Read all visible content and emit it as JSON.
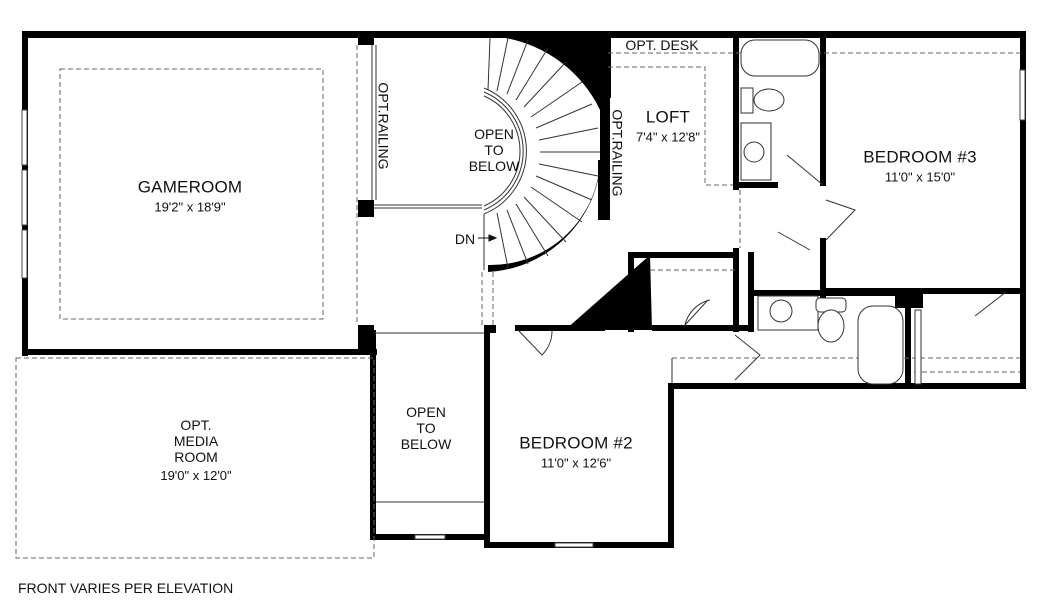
{
  "plan": {
    "footer_note": "FRONT VARIES PER ELEVATION",
    "rooms": {
      "gameroom": {
        "name": "GAMEROOM",
        "dims": "19'2\" x 18'9\""
      },
      "media": {
        "name_line1": "OPT.",
        "name_line2": "MEDIA",
        "name_line3": "ROOM",
        "dims": "19'0\" x 12'0\""
      },
      "loft": {
        "name": "LOFT",
        "dims": "7'4\" x 12'8\""
      },
      "bedroom3": {
        "name": "BEDROOM #3",
        "dims": "11'0\" x 15'0\""
      },
      "bedroom2": {
        "name": "BEDROOM #2",
        "dims": "11'0\" x 12'6\""
      }
    },
    "open_to_below_stair": {
      "l1": "OPEN",
      "l2": "TO",
      "l3": "BELOW"
    },
    "open_to_below_foyer": {
      "l1": "OPEN",
      "l2": "TO",
      "l3": "BELOW"
    },
    "labels": {
      "opt_railing_left": "OPT.RAILING",
      "opt_railing_right": "OPT.RAILING",
      "opt_desk": "OPT. DESK",
      "stair_down": "DN"
    },
    "colors": {
      "wall": "#000000",
      "line": "#333333",
      "dash": "#666666",
      "background": "#ffffff"
    }
  }
}
